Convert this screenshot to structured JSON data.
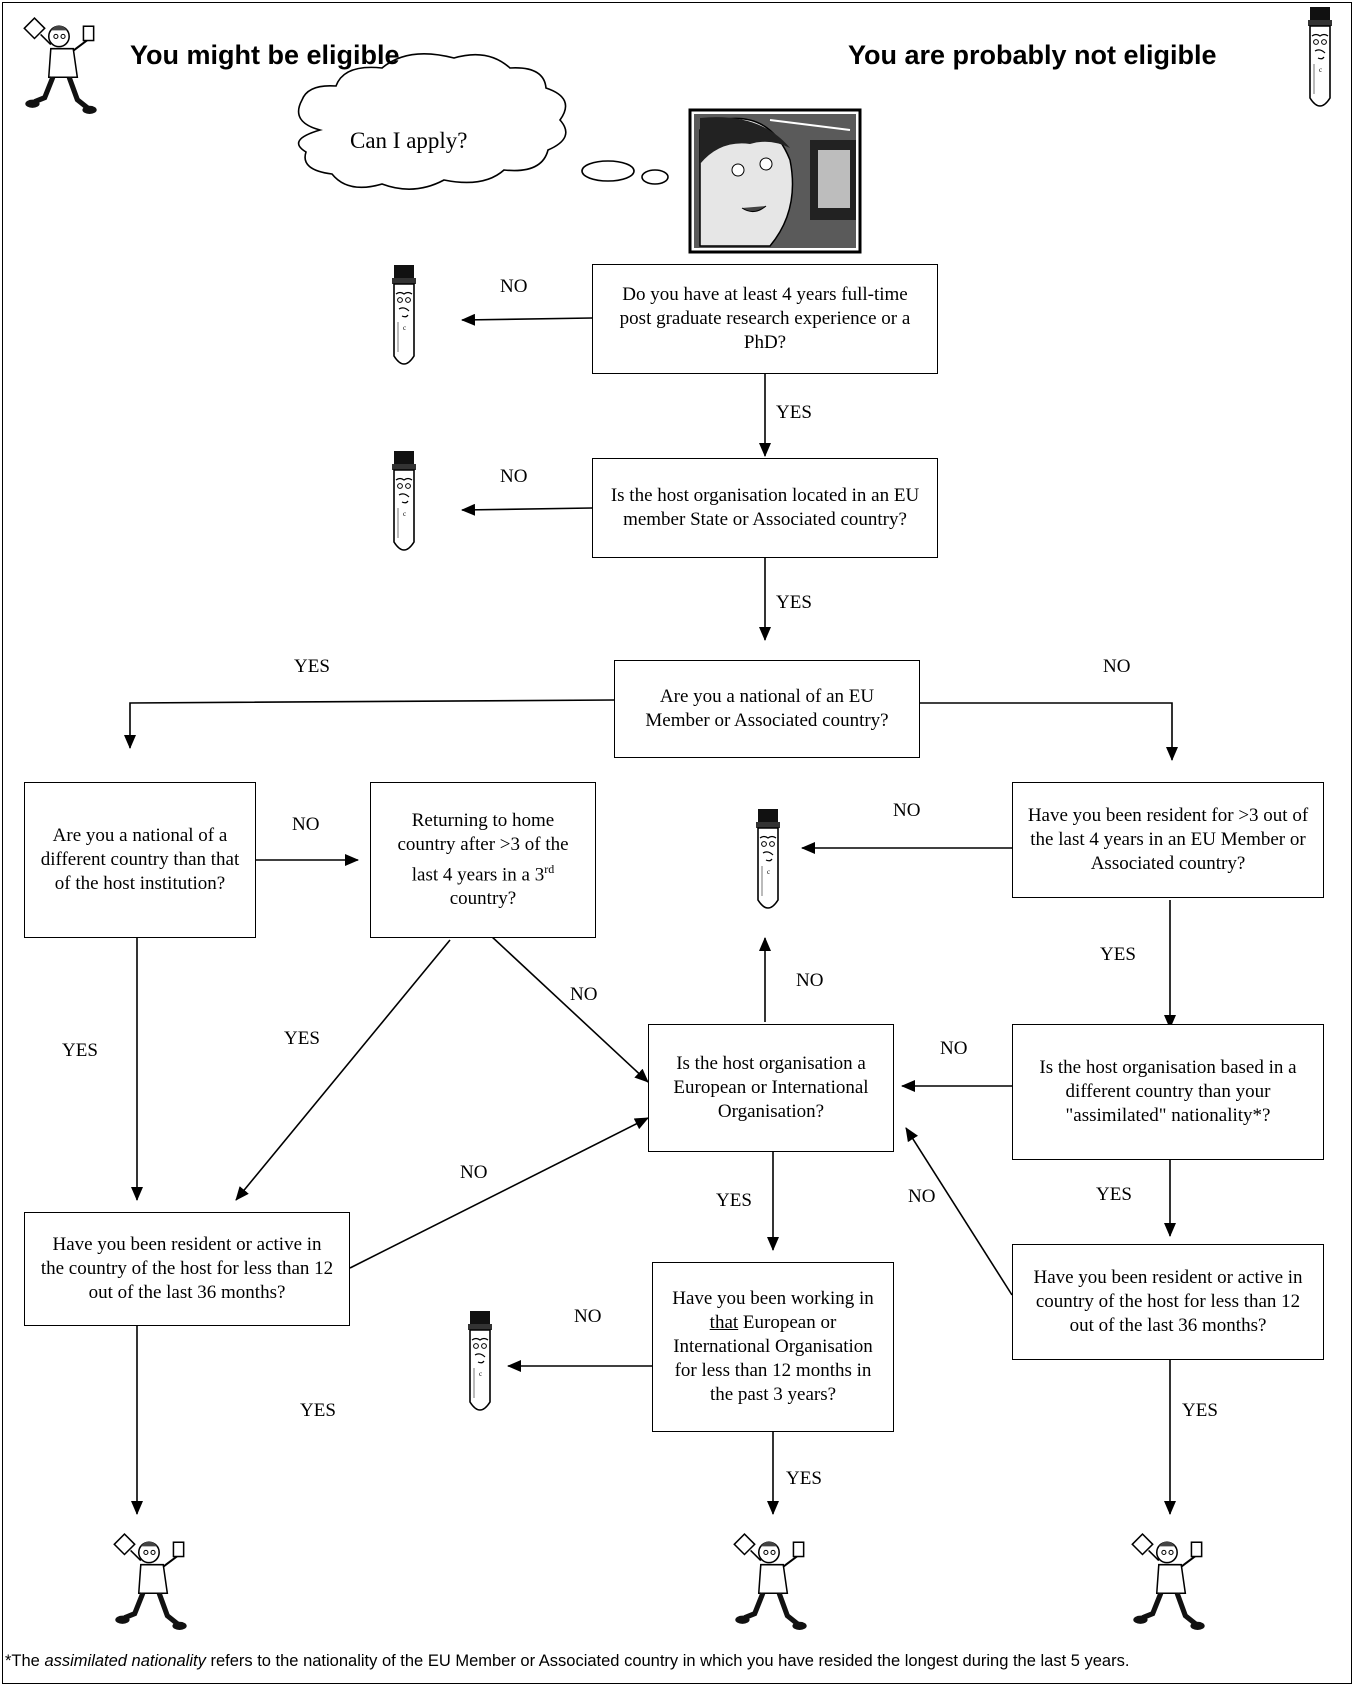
{
  "headers": {
    "eligible": "You might be eligible",
    "not_eligible": "You are probably not eligible"
  },
  "thought_bubble": "Can I apply?",
  "questions": {
    "q_experience": "Do you have at least 4 years full-time post graduate research experience or a PhD?",
    "q_host_location": "Is the host organisation located in an EU member State or Associated country?",
    "q_national": "Are you a national of an EU Member or Associated country?",
    "q_different_country": "Are you a national of a different country than that of the host institution?",
    "q_returning_pre": "Returning to home country after >3 of the last 4 years in a 3",
    "q_returning_sup": "rd",
    "q_returning_post": " country?",
    "q_resident_3of4": "Have you been resident for >3 out of the last 4 years in an EU Member or Associated country?",
    "q_intl_org": "Is the host organisation a European or International Organisation?",
    "q_assimilated": "Is the host organisation based in a different country than your \"assimilated\" nationality*?",
    "q_resident_left": "Have you been resident or active in the country of the host for less than 12 out of the last 36 months?",
    "q_working_pre": "Have you been working in ",
    "q_working_underline": "that",
    "q_working_post": " European or International Organisation for less than 12 months in the past 3 years?",
    "q_resident_right": "Have you been resident or active in country of the host for less than 12 out of the last 36 months?"
  },
  "edge_labels": {
    "yes": "YES",
    "no": "NO"
  },
  "footnote": {
    "pre": "*The ",
    "italic": "assimilated nationality",
    "post": " refers to the nationality of the EU Member or Associated country in which you have resided the longest during the last 5 years."
  },
  "icons": {
    "eligible": "running-scientist-icon",
    "not_eligible": "test-tube-face-icon",
    "person": "woman-at-computer-icon"
  }
}
